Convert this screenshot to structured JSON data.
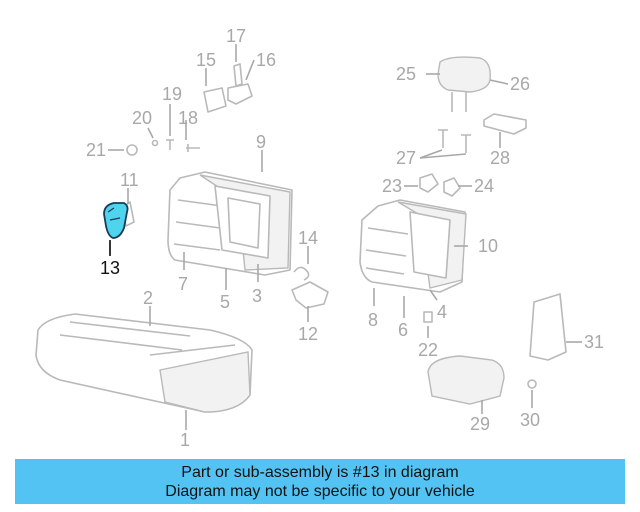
{
  "diagram": {
    "highlight_color": "#4fd4ee",
    "line_color": "#a8a8a8",
    "highlighted_callout": "13",
    "callouts": [
      "1",
      "2",
      "3",
      "4",
      "5",
      "6",
      "7",
      "8",
      "9",
      "10",
      "11",
      "12",
      "13",
      "14",
      "15",
      "16",
      "17",
      "18",
      "19",
      "20",
      "21",
      "22",
      "23",
      "24",
      "25",
      "26",
      "27",
      "28",
      "29",
      "30",
      "31"
    ]
  },
  "banner": {
    "background": "#53c3f4",
    "line1": "Part or sub-assembly is #13 in diagram",
    "line2": "Diagram may not be specific to your vehicle"
  }
}
